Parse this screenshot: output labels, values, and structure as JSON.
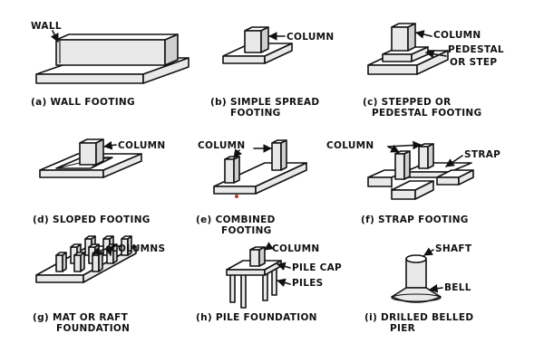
{
  "panels": {
    "a": {
      "labels": [
        "WALL"
      ],
      "caption": [
        "(a) WALL FOOTING"
      ]
    },
    "b": {
      "labels": [
        "COLUMN"
      ],
      "caption": [
        "(b) SIMPLE SPREAD",
        "FOOTING"
      ]
    },
    "c": {
      "labels": [
        "COLUMN",
        "PEDESTAL",
        "OR STEP"
      ],
      "caption": [
        "(c) STEPPED OR",
        "PEDESTAL FOOTING"
      ]
    },
    "d": {
      "labels": [
        "COLUMN"
      ],
      "caption": [
        "(d) SLOPED FOOTING"
      ]
    },
    "e": {
      "labels": [
        "COLUMN"
      ],
      "caption": [
        "(e) COMBINED",
        "FOOTING"
      ]
    },
    "f": {
      "labels": [
        "COLUMN",
        "STRAP"
      ],
      "caption": [
        "(f) STRAP FOOTING"
      ]
    },
    "g": {
      "labels": [
        "COLUMNS"
      ],
      "caption": [
        "(g) MAT OR RAFT",
        "FOUNDATION"
      ]
    },
    "h": {
      "labels": [
        "COLUMN",
        "PILE CAP",
        "PILES"
      ],
      "caption": [
        "(h) PILE FOUNDATION"
      ]
    },
    "i": {
      "labels": [
        "SHAFT",
        "BELL"
      ],
      "caption": [
        "(i) DRILLED BELLED",
        "PIER"
      ]
    }
  }
}
